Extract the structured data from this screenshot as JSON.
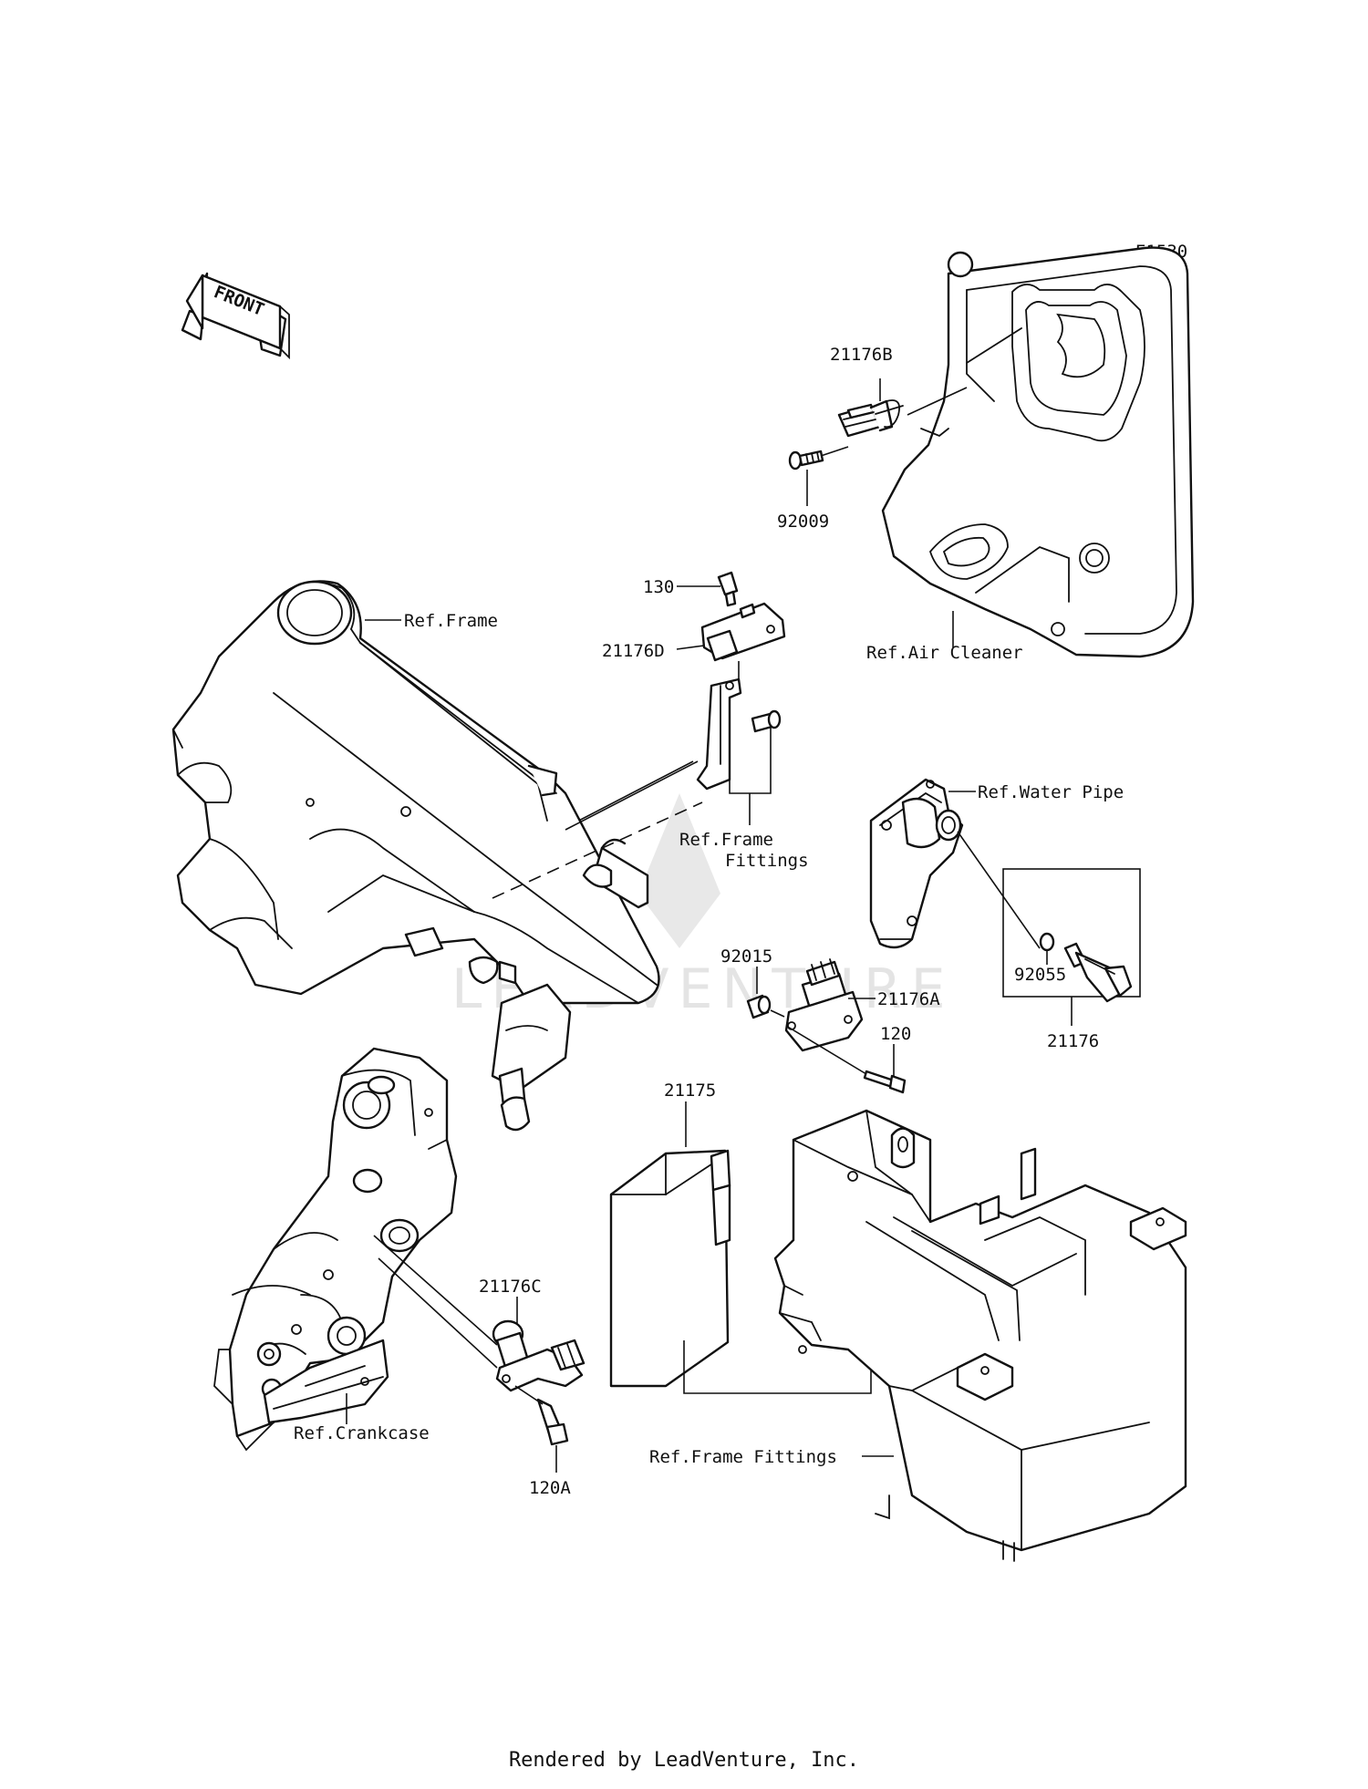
{
  "diagram_code": "E1530",
  "front_label": "FRONT",
  "watermark": "LEADVENTURE",
  "footer": "Rendered by LeadVenture, Inc.",
  "labels": {
    "p21176B": "21176B",
    "p92009": "92009",
    "p130": "130",
    "p21176D": "21176D",
    "ref_frame": "Ref.Frame",
    "ref_air_cleaner": "Ref.Air Cleaner",
    "ref_frame_fittings_top_1": "Ref.Frame",
    "ref_frame_fittings_top_2": "Fittings",
    "ref_water_pipe": "Ref.Water Pipe",
    "p92015": "92015",
    "p21176A": "21176A",
    "p120": "120",
    "p92055": "92055",
    "p21176": "21176",
    "p21175": "21175",
    "p21176C": "21176C",
    "ref_crankcase": "Ref.Crankcase",
    "p120A": "120A",
    "ref_frame_fittings_bottom": "Ref.Frame Fittings"
  }
}
